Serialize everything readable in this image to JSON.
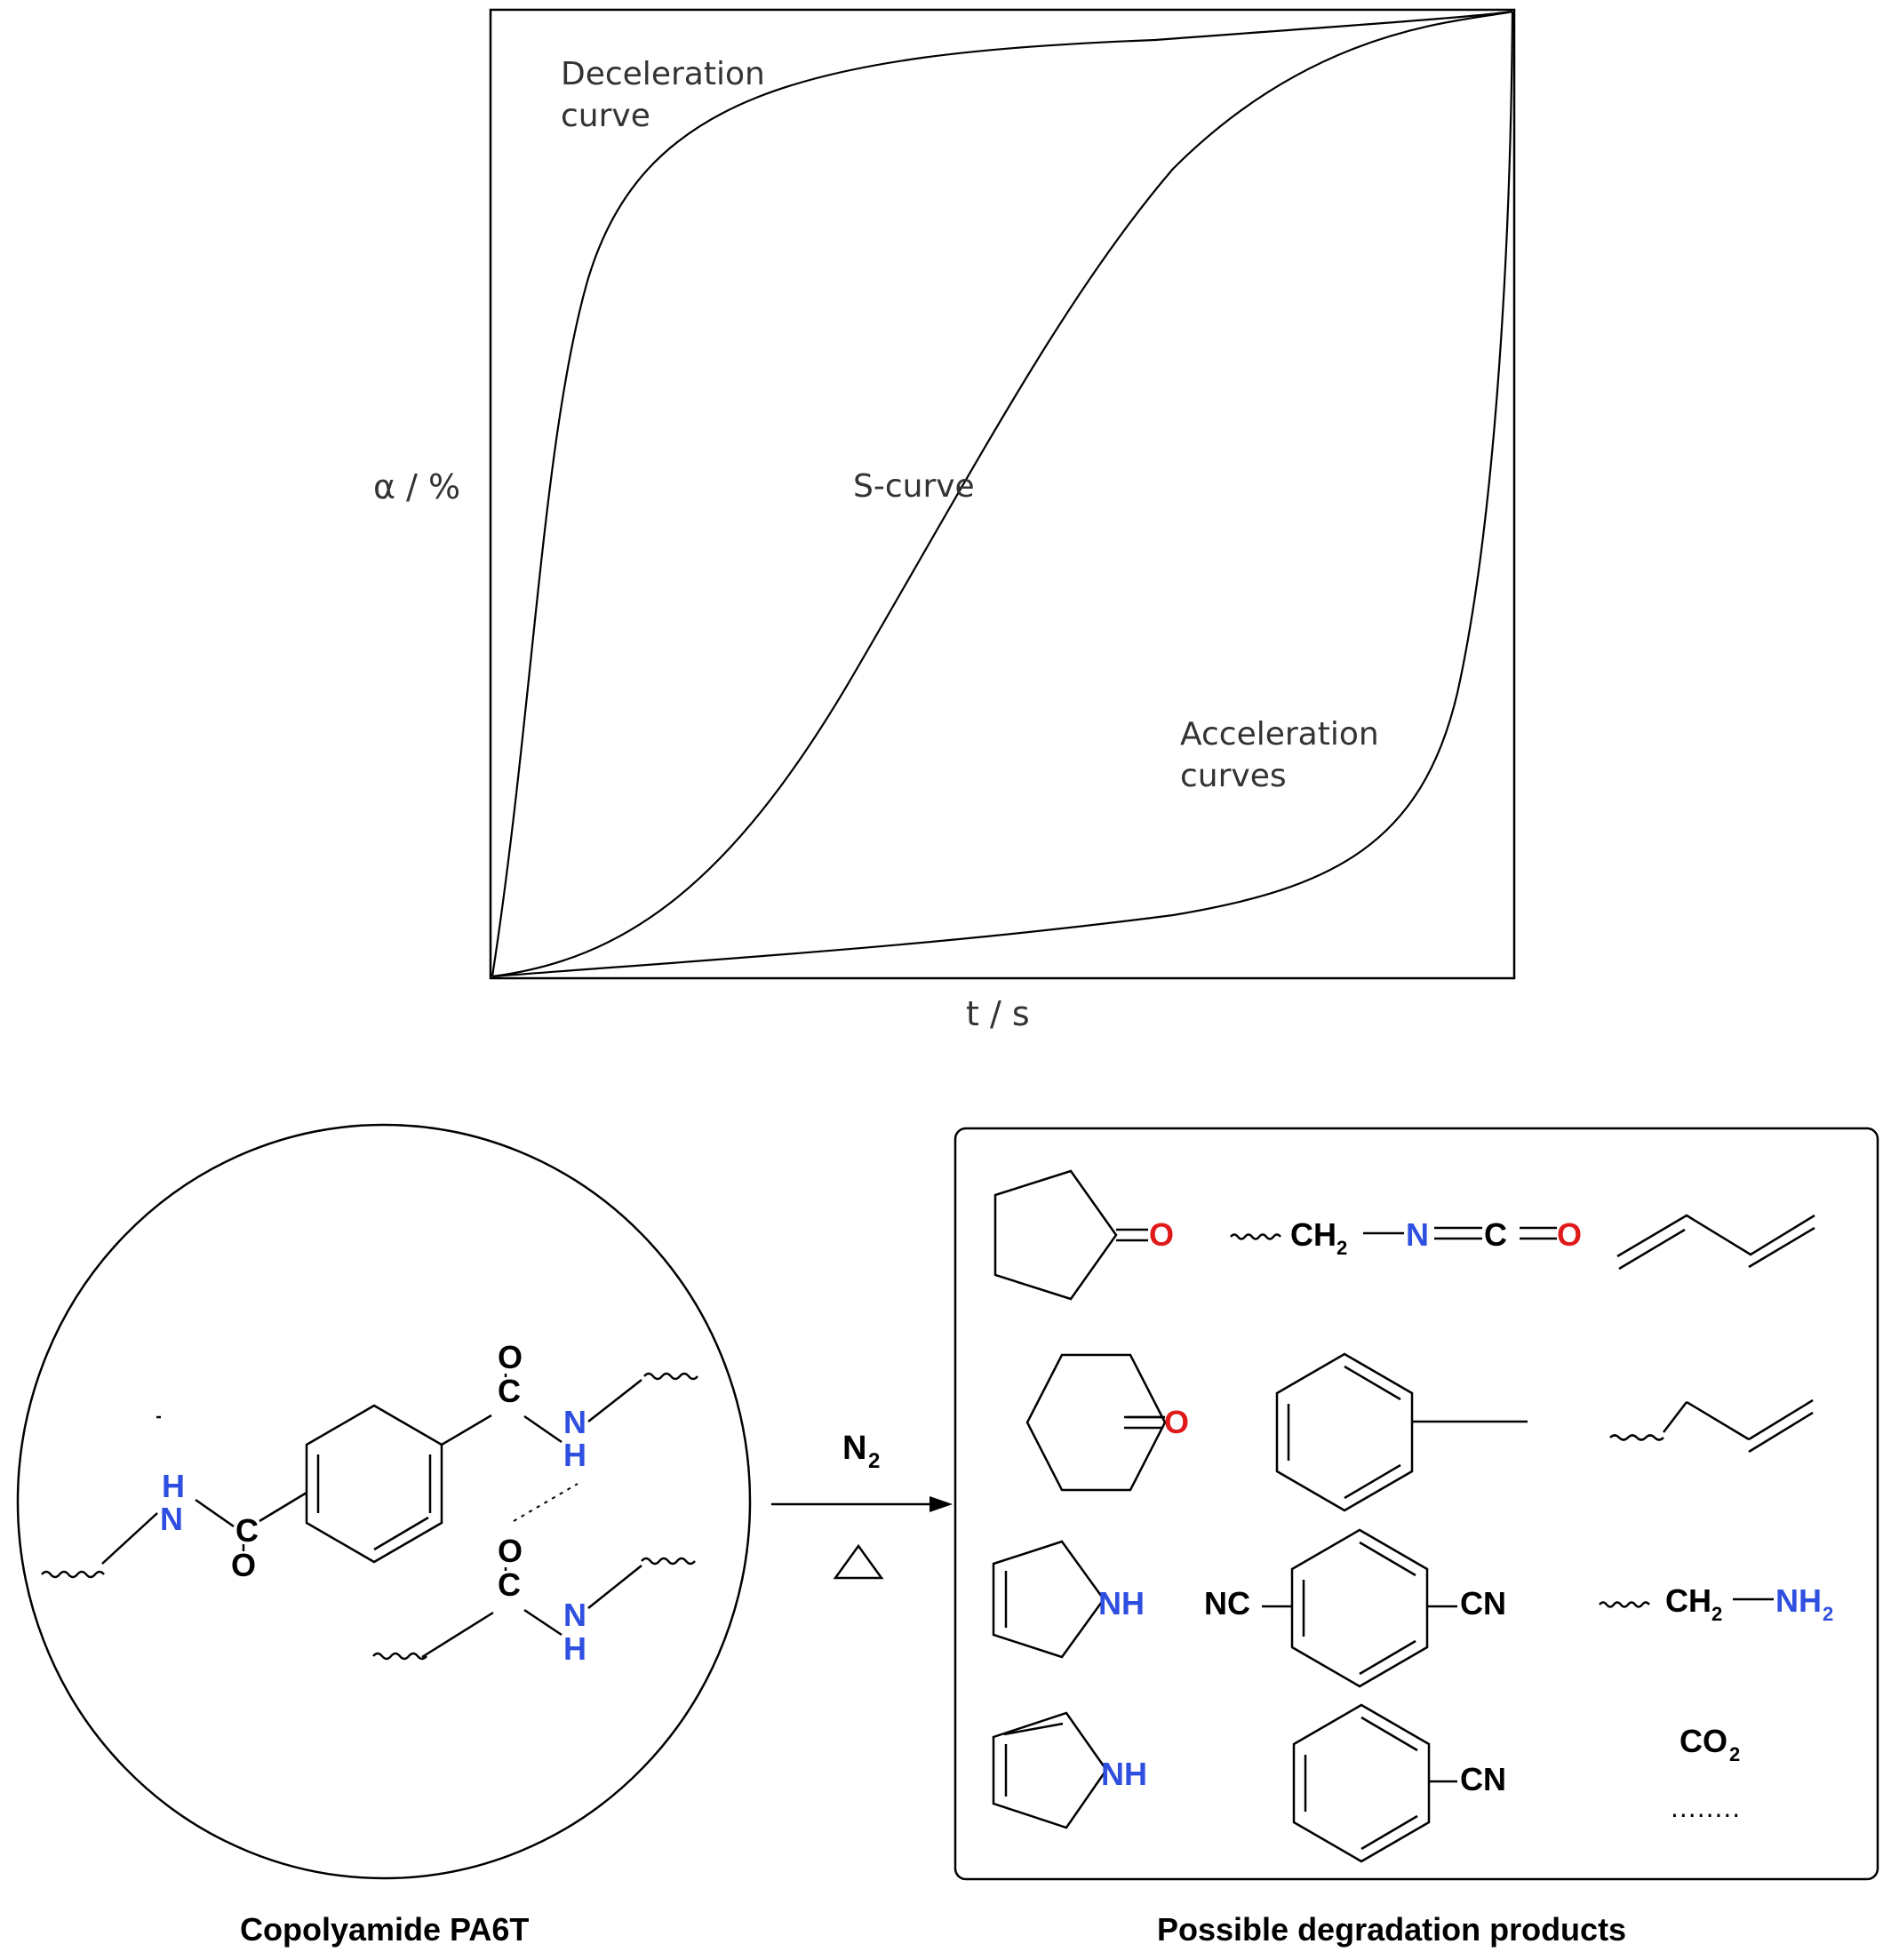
{
  "kinetics_plot": {
    "y_axis_label": "α / %",
    "x_axis_label": "t / s",
    "curves": {
      "deceleration": [
        "Deceleration",
        "curve"
      ],
      "s_curve": "S-curve",
      "acceleration": [
        "Acceleration",
        "curves"
      ]
    }
  },
  "scheme": {
    "polymer_caption": "Copolyamide PA6T",
    "products_caption": "Possible degradation products",
    "condition_gas": "N",
    "condition_gas_sub": "2",
    "condition_heat": "△",
    "more_products": "........",
    "atoms": {
      "O": "O",
      "C": "C",
      "N": "N",
      "H": "H",
      "NH": "NH",
      "NC": "NC",
      "CN": "CN",
      "CH": "CH",
      "sub2": "2",
      "CO": "CO"
    }
  },
  "colors": {
    "line": "#000000",
    "nitrogen": "#2f4fe0",
    "oxygen": "#e0191a"
  }
}
